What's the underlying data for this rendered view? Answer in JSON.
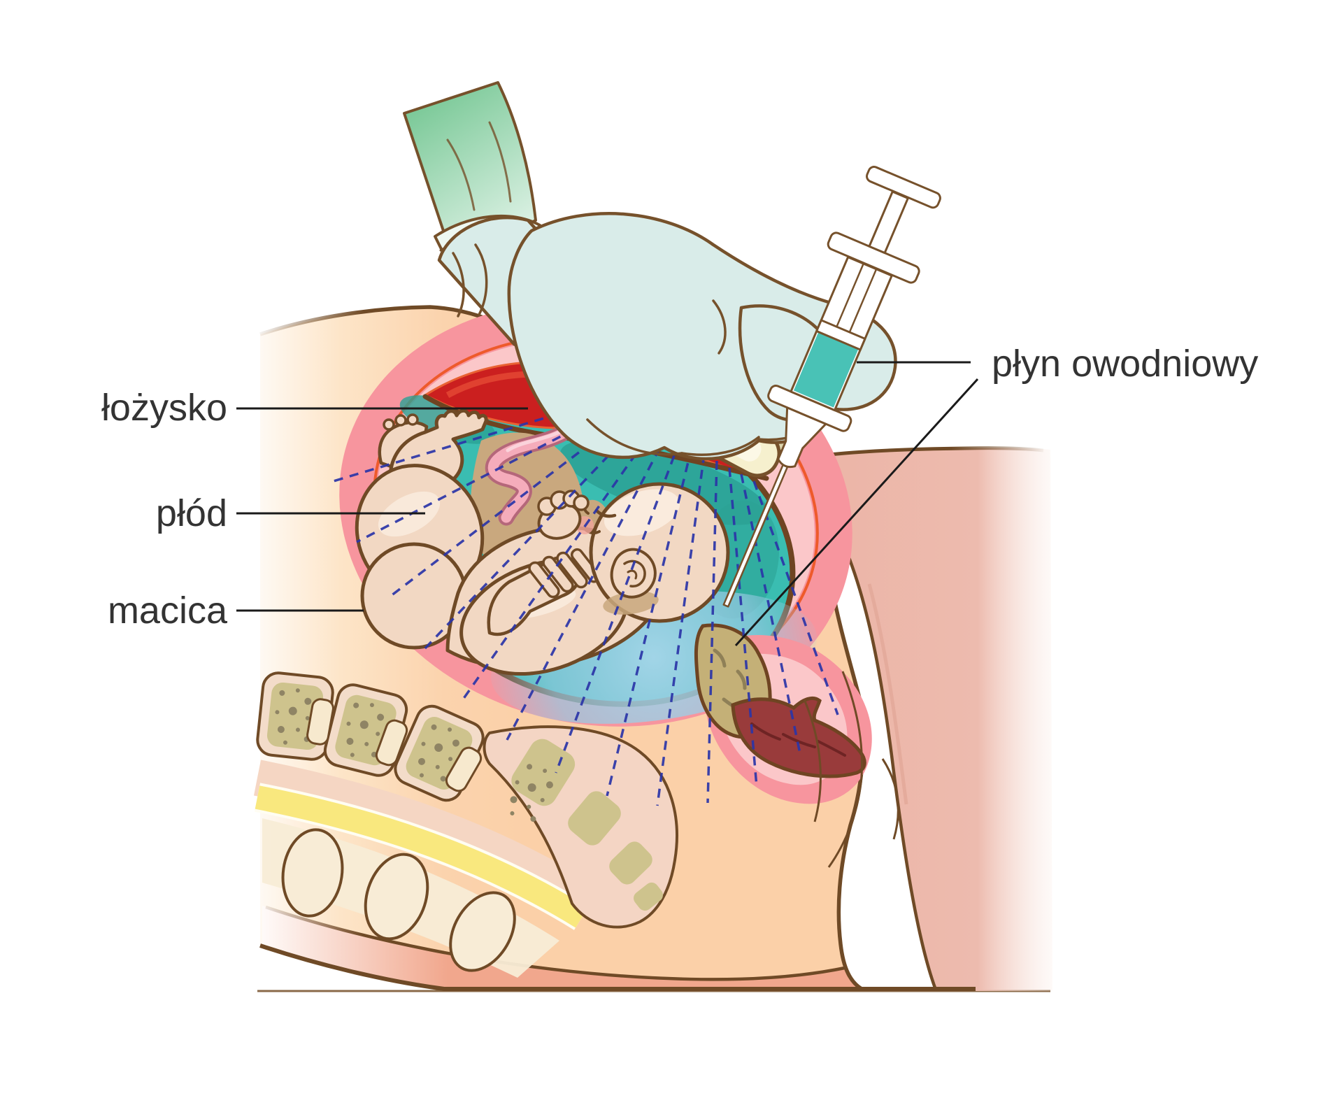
{
  "diagram": {
    "type": "medical-illustration",
    "labels": {
      "lozysko": {
        "text": "łożysko"
      },
      "plod": {
        "text": "płód"
      },
      "macica": {
        "text": "macica"
      },
      "plyn_owodniowy": {
        "text": "płyn owodniowy"
      }
    },
    "colors": {
      "skin_peach": "#FBD2AB",
      "thigh_pink": "#EDB9AC",
      "lower_back_salmon": "#F1A78D",
      "uterus_wall_pink": "#F7959E",
      "uterus_lining_pink": "#FBC7C9",
      "uterus_inner_orange_line": "#EE5A2B",
      "amniotic_fluid_teal": "#3ABDB1",
      "amniotic_pool_blue": "#9CCFE6",
      "placenta_red": "#CB1F1F",
      "fetus_skin": "#F2D8C3",
      "umbilical_cord_pink": "#F5ACBB",
      "glove_blue": "#D9ECE9",
      "sleeve_green": "#7BC998",
      "probe_cream": "#F6F0CE",
      "syringe_fluid_teal": "#49C2B6",
      "ultrasound_dash_blue": "#2B35A8",
      "outline_brown": "#6F4A26",
      "bone_khaki": "#CEC38D",
      "spinal_canal_yellow": "#F9E87E",
      "vagina_dark_red": "#993B3B",
      "mucus_plug_khaki": "#C4B077",
      "label_text": "#333333"
    }
  }
}
